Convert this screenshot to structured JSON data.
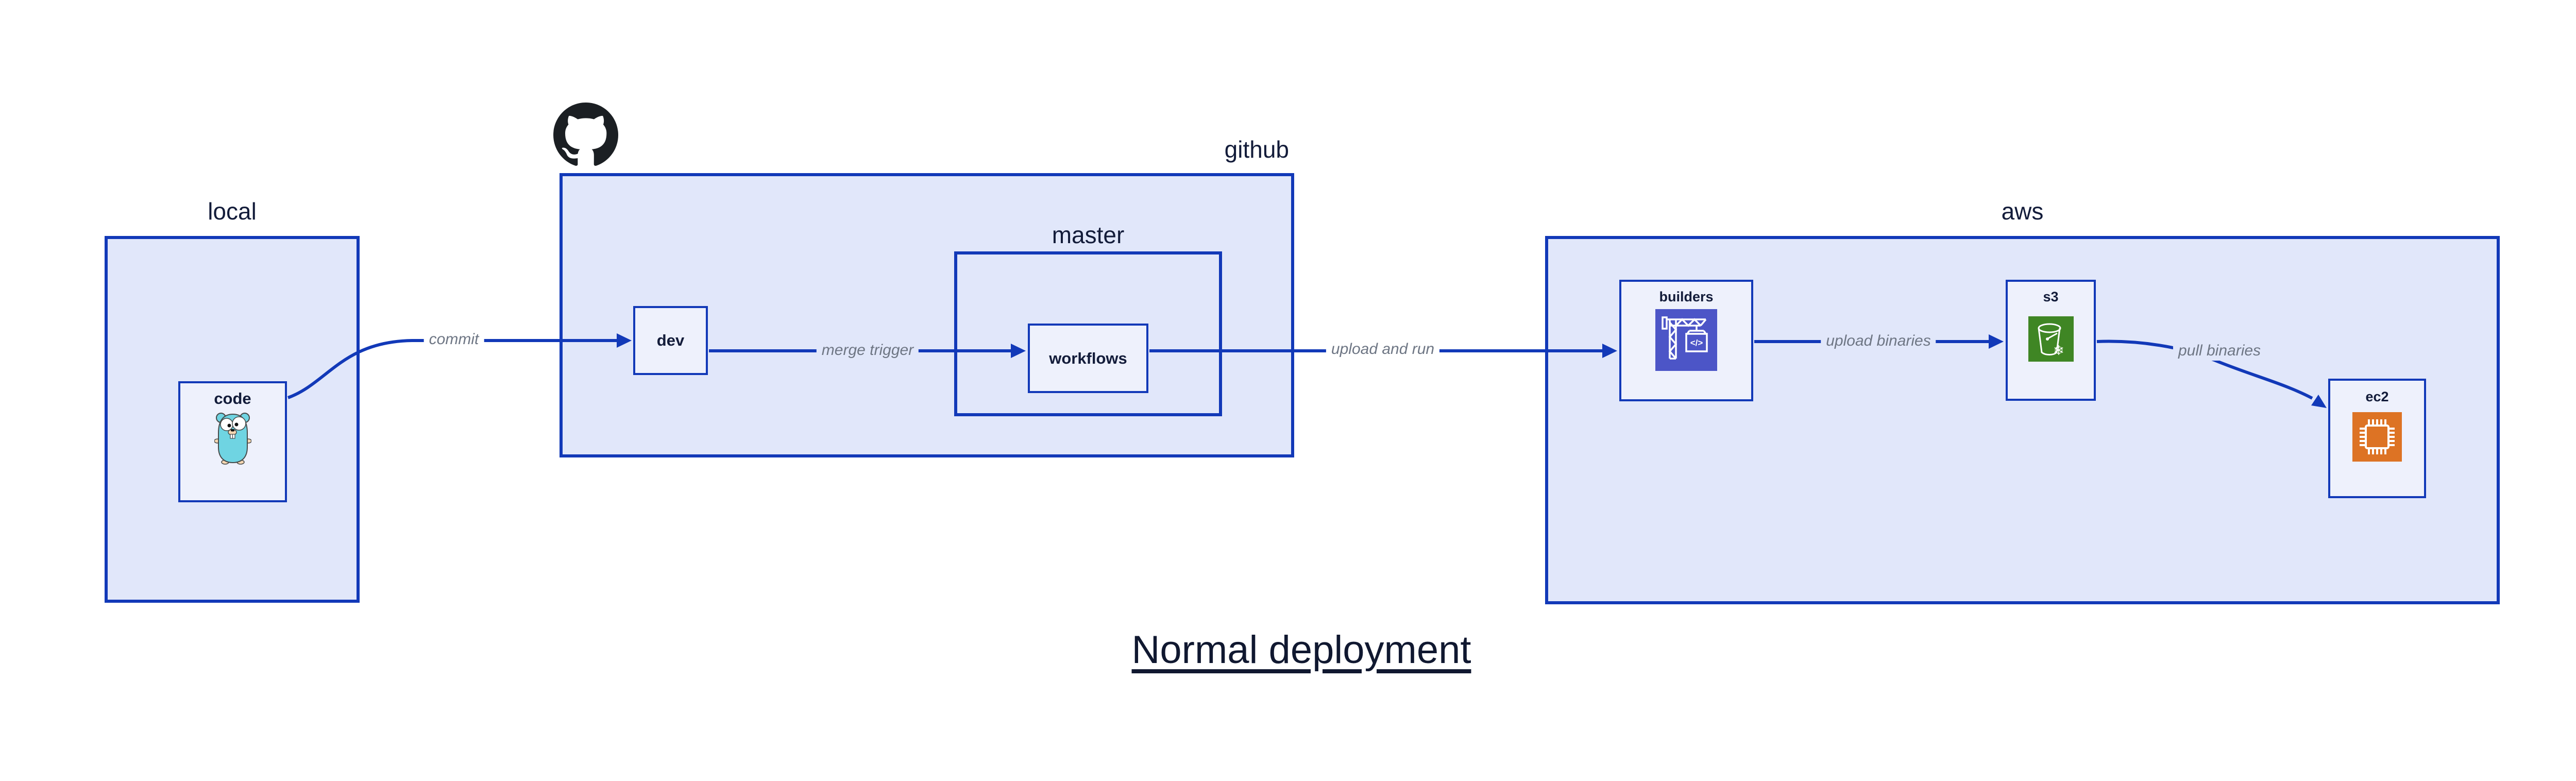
{
  "title": "Normal deployment",
  "colors": {
    "accent_blue": "#1239b8",
    "container_fill": "#e1e7fa",
    "node_fill": "#eef1fc",
    "navy_text": "#131c3a",
    "edge_label_gray": "#6e7684",
    "codebuild_indigo": "#4c55c7",
    "s3_green": "#3f8624",
    "ec2_orange": "#dd7324",
    "octocat_black": "#1b1f23",
    "gopher_teal": "#6fd4e2"
  },
  "groups": {
    "local": {
      "label": "local",
      "nodes": {
        "code": {
          "label": "code"
        }
      }
    },
    "github": {
      "label": "github",
      "nodes": {
        "dev": {
          "label": "dev"
        }
      },
      "master": {
        "label": "master",
        "nodes": {
          "workflows": {
            "label": "workflows"
          }
        }
      }
    },
    "aws": {
      "label": "aws",
      "nodes": {
        "builders": {
          "label": "builders"
        },
        "s3": {
          "label": "s3"
        },
        "ec2": {
          "label": "ec2"
        }
      }
    }
  },
  "edges": {
    "commit": {
      "label": "commit"
    },
    "merge_trigger": {
      "label": "merge trigger"
    },
    "upload_and_run": {
      "label": "upload and run"
    },
    "upload_binaries": {
      "label": "upload binaries"
    },
    "pull_binaries": {
      "label": "pull binaries"
    }
  },
  "icons": {
    "codebuild_code_glyph": "</>",
    "s3_snowflake_glyph": "❄"
  }
}
